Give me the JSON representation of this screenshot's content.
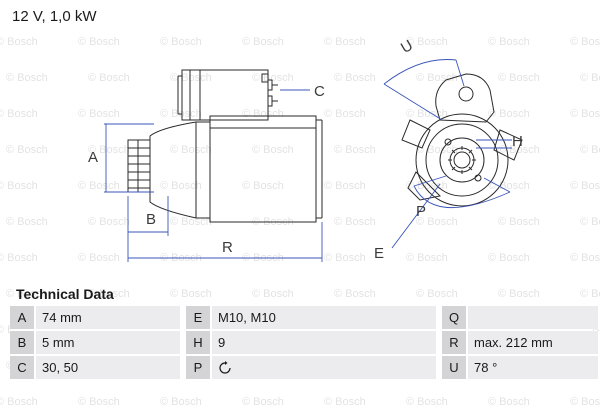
{
  "spec_title": "12 V, 1,0 kW",
  "watermark_text": "© Bosch",
  "diagram_labels": {
    "A": "A",
    "B": "B",
    "C": "C",
    "E": "E",
    "H": "H",
    "P": "P",
    "R": "R",
    "U": "U"
  },
  "technical_data": {
    "title": "Technical Data",
    "rows": [
      [
        {
          "key": "A",
          "value": "74 mm"
        },
        {
          "key": "E",
          "value": "M10, M10"
        },
        {
          "key": "Q",
          "value": ""
        }
      ],
      [
        {
          "key": "B",
          "value": "5 mm"
        },
        {
          "key": "H",
          "value": "9"
        },
        {
          "key": "R",
          "value": "max. 212 mm"
        }
      ],
      [
        {
          "key": "C",
          "value": "30, 50"
        },
        {
          "key": "P",
          "value": "",
          "icon": "rotation-arrow-icon"
        },
        {
          "key": "U",
          "value": "78 °"
        }
      ]
    ]
  },
  "colors": {
    "line": "#2a2a2a",
    "dim_line": "#3b55b8",
    "label": "#3a3a3a",
    "table_key_bg": "#d4d4d6",
    "table_val_bg": "#ececee"
  }
}
